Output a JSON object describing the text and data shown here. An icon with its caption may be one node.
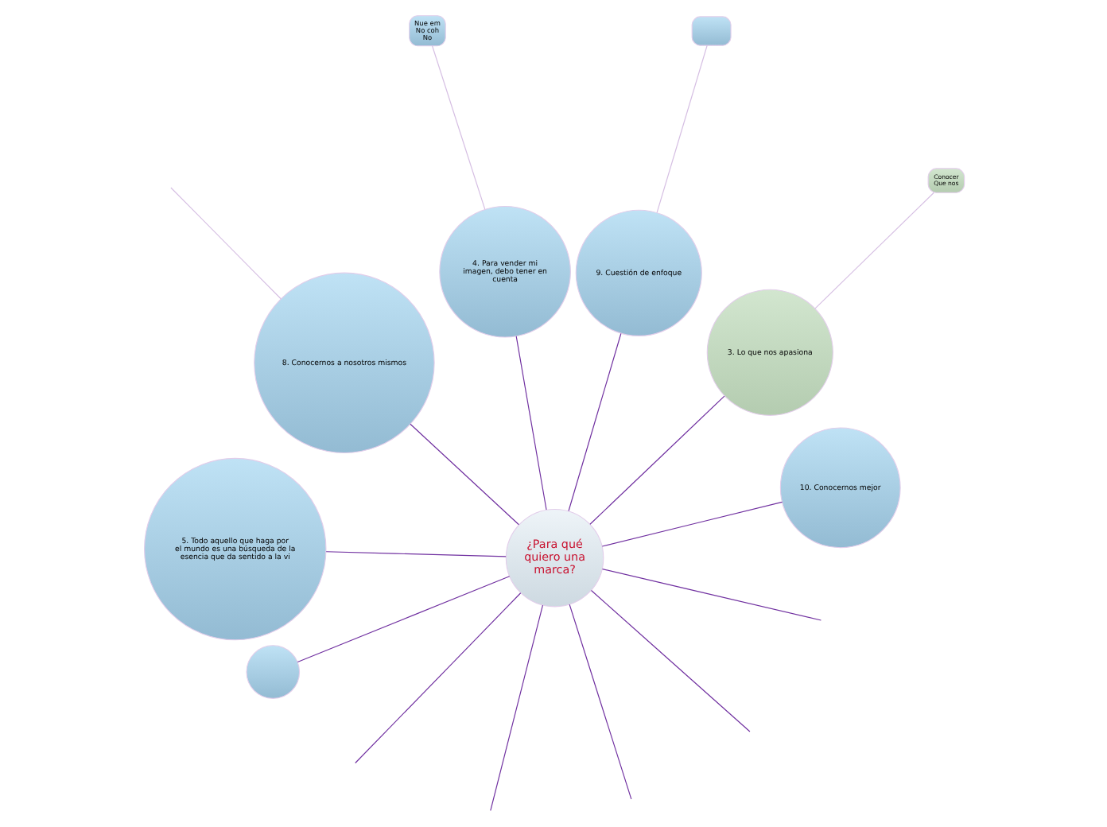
{
  "diagram": {
    "nodes": [
      {
        "text": [
          "¿Para qué quiero una marca?"
        ]
      },
      {
        "text": [
          "10. Conocernos mejor"
        ]
      },
      {
        "text": [
          "3. Lo que nos apasiona"
        ]
      },
      {
        "text": [
          "Conocer Que nos"
        ]
      },
      {
        "text": [],
        "shape": "box"
      },
      {
        "text": [
          "9. Cuestión de enfoque"
        ]
      },
      {
        "text": [
          "4. Para vender mi imagen, debo tener en cuenta"
        ]
      },
      {
        "text": [
          "Nue em No coh No"
        ]
      },
      {
        "text": [
          "8. Conocernos a nosotros mismos"
        ]
      },
      {
        "text": [
          "5. Todo aquello que haga por el mundo es una búsqueda de la esencia que da sentido a la vi"
        ]
      },
      {
        "text": [],
        "shape": "circle"
      }
    ],
    "edges": [
      {
        "from": 0,
        "to": null,
        "arrow": "none"
      },
      {
        "from": 0,
        "to": null,
        "arrow": "none"
      },
      {
        "from": 0,
        "to": null,
        "arrow": "none"
      },
      {
        "from": 0,
        "to": null,
        "arrow": "none"
      },
      {
        "from": 0,
        "to": 1,
        "arrow": "none"
      },
      {
        "from": 0,
        "to": 2,
        "arrow": "none"
      },
      {
        "from": 2,
        "to": 3,
        "arrow": "none",
        "color": "#d6bfe3"
      },
      {
        "from": 5,
        "to": 4,
        "arrow": "none",
        "color": "#d6bfe3"
      },
      {
        "from": 0,
        "to": 5,
        "arrow": "none"
      },
      {
        "from": 0,
        "to": 6,
        "arrow": "none"
      },
      {
        "from": 6,
        "to": 7,
        "arrow": "none",
        "color": "#d6bfe3"
      },
      {
        "from": 0,
        "to": 8,
        "arrow": "none"
      },
      {
        "from": 8,
        "to": null,
        "arrow": "none",
        "color": "#d6bfe3"
      },
      {
        "from": 0,
        "to": 9,
        "arrow": "none"
      },
      {
        "from": 0,
        "to": 10,
        "arrow": "none"
      },
      {
        "from": 0,
        "to": null,
        "arrow": "none"
      }
    ]
  }
}
